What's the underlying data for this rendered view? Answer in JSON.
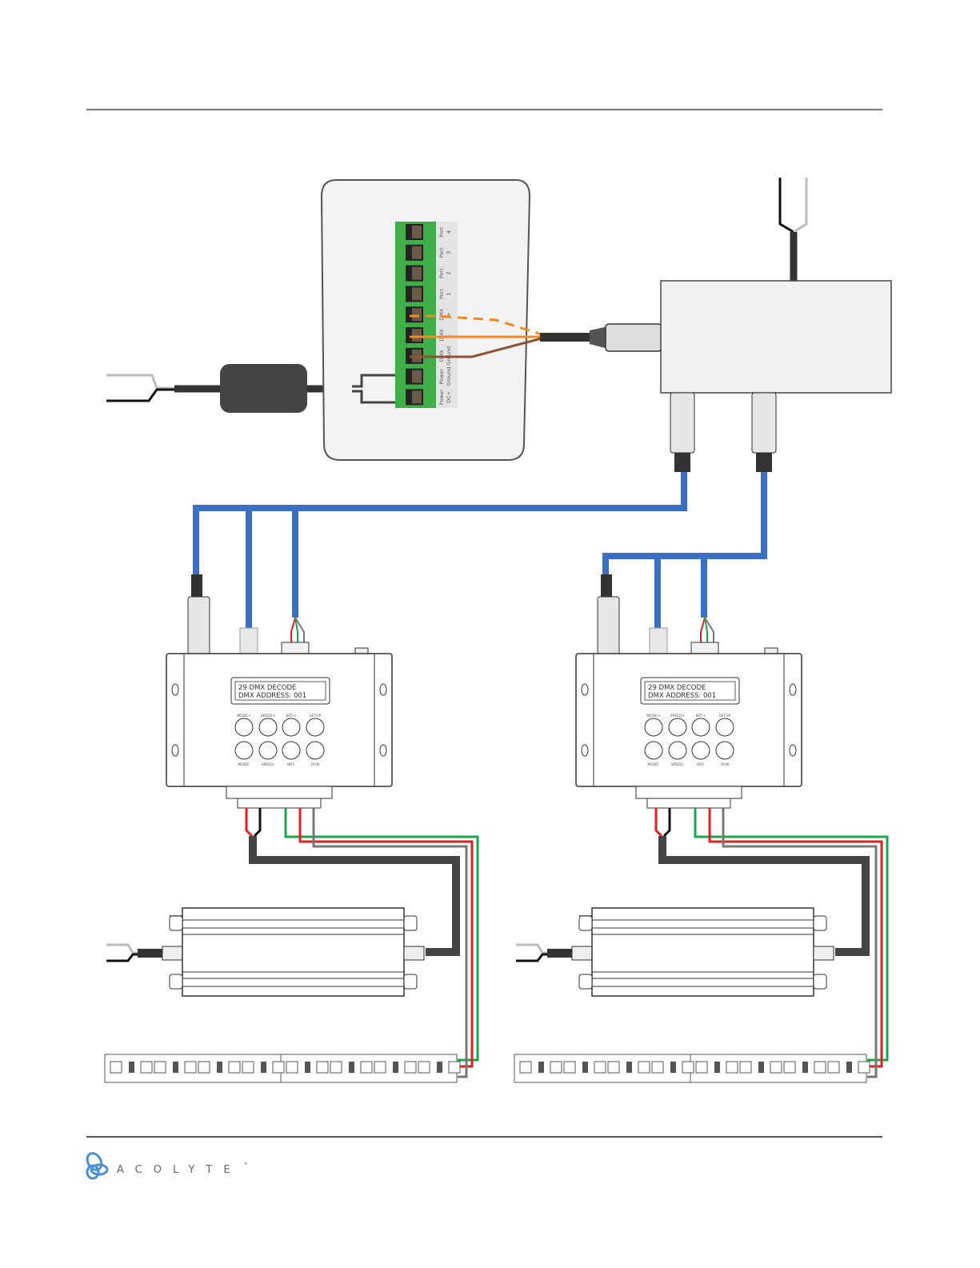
{
  "terminal_block": {
    "labels": [
      [
        "Port",
        "4"
      ],
      [
        "Port",
        "3"
      ],
      [
        "Port",
        "2"
      ],
      [
        "Port",
        "1"
      ],
      [
        "DMX",
        "+"
      ],
      [
        "DMX",
        "–"
      ],
      [
        "DMX",
        "Ground"
      ],
      [
        "Power",
        "Ground"
      ],
      [
        "Power",
        "DC+"
      ]
    ]
  },
  "decoder": {
    "display_line1": "29 DMX DECODE",
    "display_line2": "DMX ADDRESS: 001",
    "buttons_top": [
      "MODE+",
      "SPEED+",
      "BRT+",
      "SETUP"
    ],
    "buttons_bottom": [
      "MODE-",
      "SPEED-",
      "BRT-",
      "RUN"
    ]
  },
  "logo": {
    "text": "ACOLYTE",
    "mark": "®"
  },
  "colors": {
    "dmx_cable": "#3a6fc4",
    "terminal_green": "#3fae49",
    "dmx_plus": "#f08a24",
    "dmx_minus": "#f08a24",
    "dmx_ground": "#8a5530",
    "led_red": "#e02020",
    "led_green": "#1aa64a",
    "led_gray": "#777777",
    "power_cable": "#444444"
  }
}
